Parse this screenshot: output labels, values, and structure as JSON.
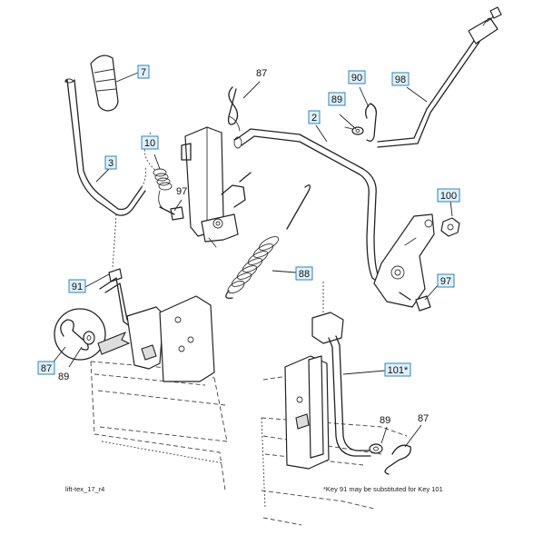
{
  "callouts": {
    "c7": "7",
    "c3": "3",
    "c10": "10",
    "c2": "2",
    "c90": "90",
    "c89a": "89",
    "c98": "98",
    "c100": "100",
    "c91": "91",
    "c88": "88",
    "c97b": "97",
    "c87c": "87",
    "c101": "101*"
  },
  "labels": {
    "l87a": "87",
    "l97a": "97",
    "l89b": "89",
    "l89c": "89",
    "l87b": "87"
  },
  "footer": {
    "drawing_id": "lift-tex_17_r4",
    "note": "*Key 91 may be substituted for Key 101"
  }
}
